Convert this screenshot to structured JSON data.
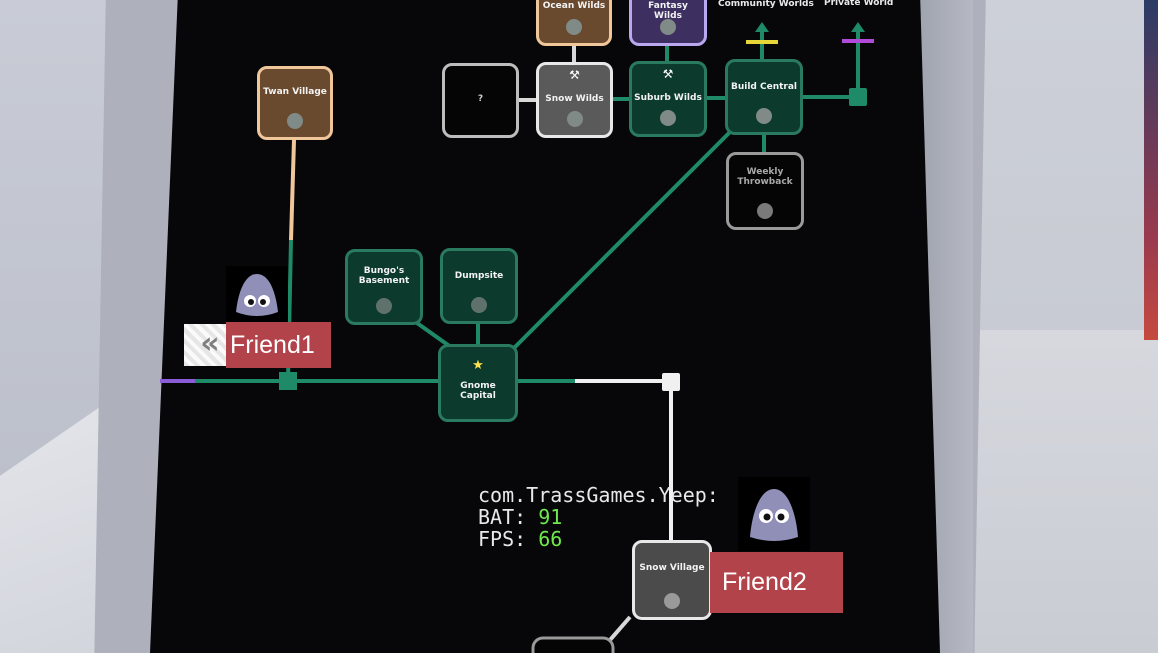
{
  "map": {
    "nodes": {
      "ocean_wilds": "Ocean Wilds",
      "fantasy_wilds": "Fantasy Wilds",
      "twan_village": "Twan Village",
      "unknown": "?",
      "snow_wilds": "Snow Wilds",
      "suburb_wilds": "Suburb Wilds",
      "build_central": "Build Central",
      "weekly_throwback": "Weekly Throwback",
      "bungos_basement": "Bungo's Basement",
      "dumpsite": "Dumpsite",
      "gnome_capital": "Gnome Capital",
      "snow_village": "Snow Village"
    },
    "top_links": {
      "community_worlds": "Community Worlds",
      "private_world": "Private World"
    },
    "tool_glyph": "⚒",
    "star_glyph": "★"
  },
  "friends": [
    {
      "name": "Friend1"
    },
    {
      "name": "Friend2"
    }
  ],
  "back_button": {
    "glyph": "«"
  },
  "debug": {
    "package": "com.TrassGames.Yeep:",
    "bat_label": "BAT:",
    "bat_value": "91",
    "fps_label": "FPS:",
    "fps_value": "66"
  },
  "colors": {
    "path_green": "#1f8a68",
    "path_orange": "#f0c79a",
    "path_white": "#f0f0f0",
    "path_purple": "#8a5cd8",
    "friend_tag": "#b3434a",
    "debug_value": "#6ee84a"
  }
}
